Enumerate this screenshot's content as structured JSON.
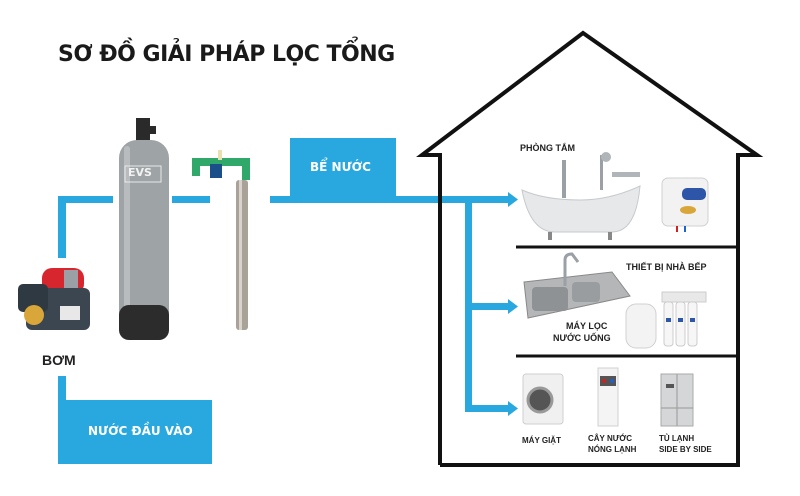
{
  "title": "SƠ ĐỒ GIẢI PHÁP LỌC TỔNG",
  "colors": {
    "pipe": "#29a8e0",
    "house_outline": "#111111",
    "text": "#222222"
  },
  "source": {
    "label": "NƯỚC ĐẦU VÀO"
  },
  "pump": {
    "label": "BƠM",
    "icon": "water-pump-icon"
  },
  "filter_tank": {
    "brand": "EVS",
    "icon": "filter-tank-icon"
  },
  "uv_filter": {
    "icon": "uv-filter-icon"
  },
  "storage": {
    "label": "BỂ NƯỚC"
  },
  "house": {
    "rooms": [
      {
        "name": "PHÒNG TẮM",
        "items": [
          "bathtub-icon",
          "shower-faucet-icon",
          "water-heater-icon"
        ]
      },
      {
        "name": "THIẾT BỊ NHÀ BẾP",
        "items": [
          "kitchen-sink-icon",
          "ro-purifier-icon"
        ],
        "sublabel_line1": "MÁY LỌC",
        "sublabel_line2": "NƯỚC UỐNG"
      },
      {
        "name": "",
        "items": [
          {
            "icon": "washing-machine-icon",
            "label_line1": "MÁY GIẶT",
            "label_line2": ""
          },
          {
            "icon": "water-dispenser-icon",
            "label_line1": "CÂY NƯỚC",
            "label_line2": "NÓNG LẠNH"
          },
          {
            "icon": "refrigerator-icon",
            "label_line1": "TỦ LẠNH",
            "label_line2": "SIDE BY SIDE"
          }
        ]
      }
    ]
  }
}
